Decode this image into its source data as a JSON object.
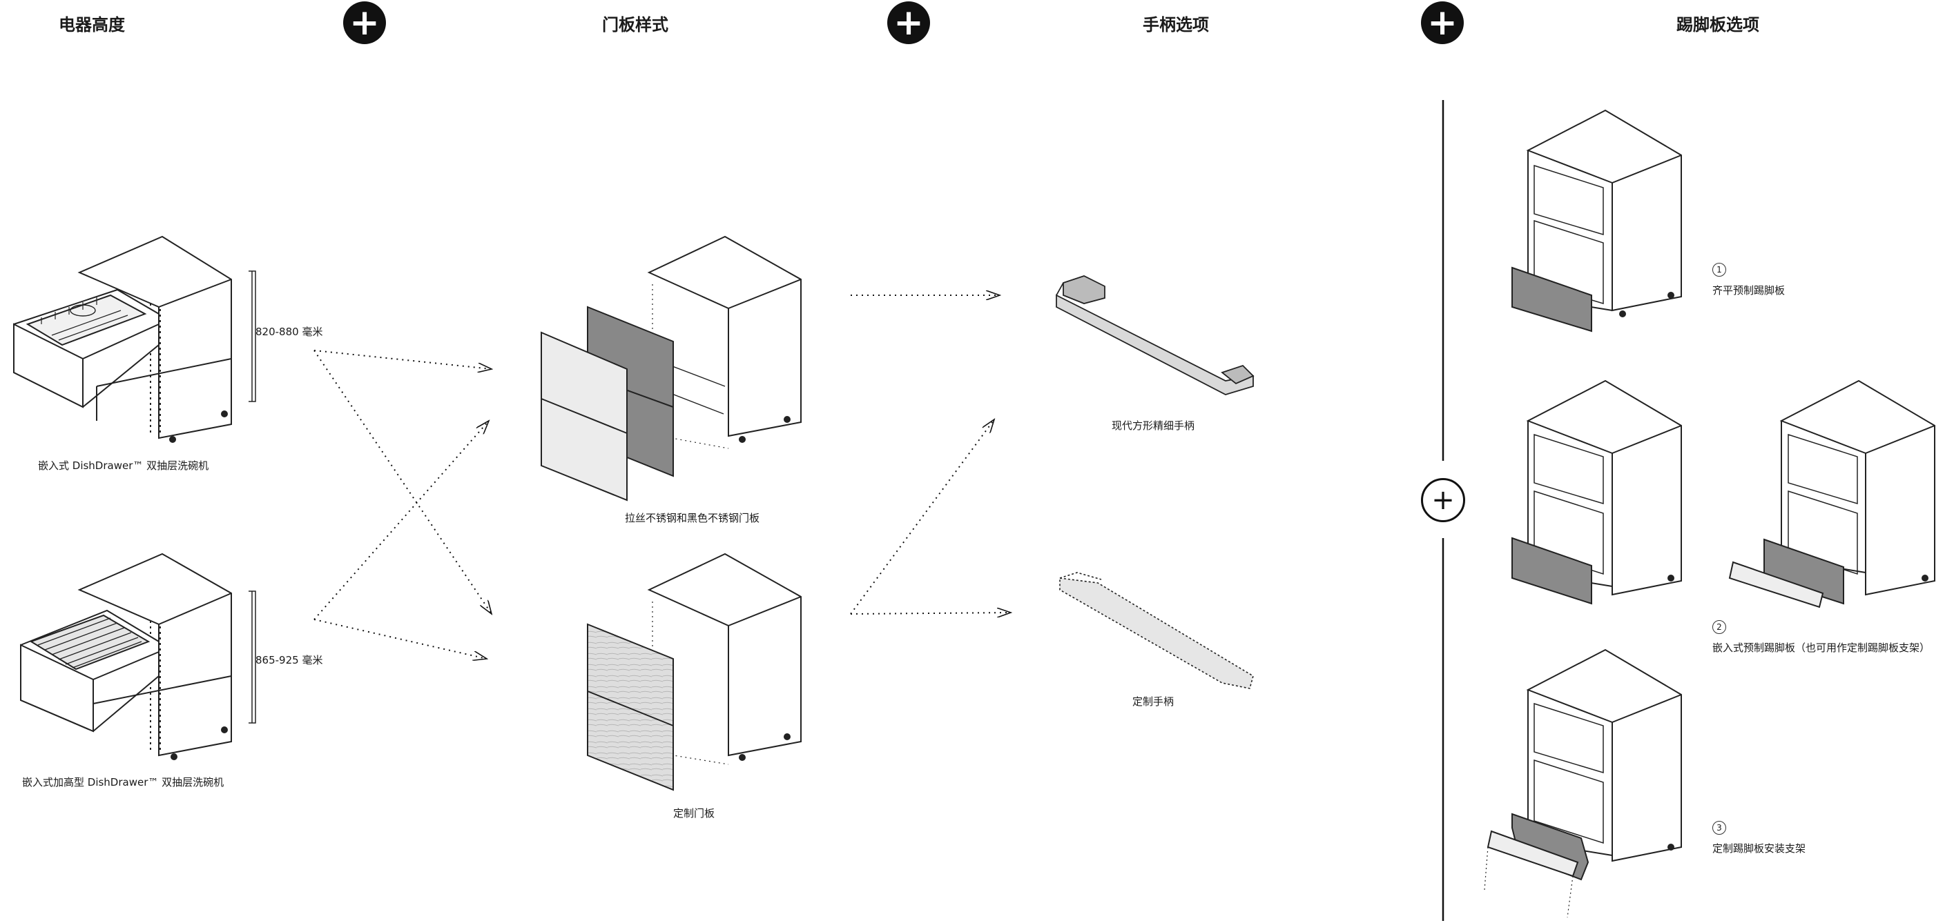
{
  "headers": {
    "height": "电器高度",
    "door": "门板样式",
    "handle": "手柄选项",
    "toekick": "踢脚板选项"
  },
  "plus_symbol": "+",
  "appliances": {
    "standard": {
      "dimension": "820-880 毫米",
      "caption": "嵌入式 DishDrawer™ 双抽层洗碗机"
    },
    "tall": {
      "dimension": "865-925 毫米",
      "caption": "嵌入式加高型 DishDrawer™ 双抽层洗碗机"
    }
  },
  "doors": {
    "steel": "拉丝不锈钢和黑色不锈钢门板",
    "custom": "定制门板"
  },
  "handles": {
    "modern": "现代方形精细手柄",
    "custom": "定制手柄"
  },
  "toekicks": [
    {
      "number": "1",
      "label": "齐平预制踢脚板"
    },
    {
      "number": "2",
      "label": "嵌入式预制踢脚板（也可用作定制踢脚板支架）"
    },
    {
      "number": "3",
      "label": "定制踢脚板安装支架"
    }
  ],
  "colors": {
    "ink": "#111111",
    "steel_dark": "#8a8a8a",
    "steel_light": "#e9e9e9",
    "wood": "#d9d9d9"
  }
}
